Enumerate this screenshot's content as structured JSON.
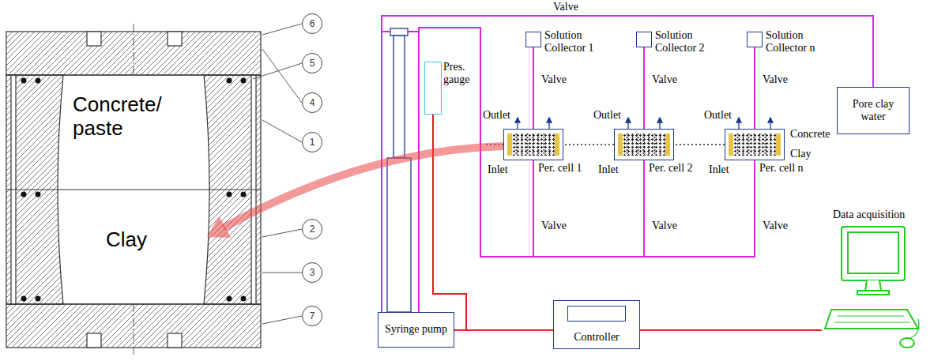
{
  "diagram": {
    "nodes": [
      {
        "text": [
          "Concrete/ paste"
        ]
      },
      {
        "text": [
          "Clay"
        ]
      },
      {
        "text": [
          "Syringe pump"
        ]
      },
      {
        "text": [
          "Pres. gauge"
        ]
      },
      {
        "text": [
          "Solution Collector 1"
        ]
      },
      {
        "text": [
          "Solution Collector 2"
        ]
      },
      {
        "text": [
          "Solution Collector n"
        ]
      },
      {
        "text": [
          "Per. cell 1"
        ]
      },
      {
        "text": [
          "Per. cell 2"
        ]
      },
      {
        "text": [
          "Per. cell n"
        ]
      },
      {
        "text": [
          "Pore clay water"
        ]
      },
      {
        "text": [
          "Controller"
        ]
      },
      {
        "text": [
          "Data acquisition"
        ]
      }
    ],
    "edges": [
      {
        "from": 2,
        "to": 10,
        "arrow": "none"
      },
      {
        "from": 2,
        "to": 7,
        "arrow": "none"
      },
      {
        "from": 2,
        "to": 8,
        "arrow": "none"
      },
      {
        "from": 2,
        "to": 9,
        "arrow": "none"
      },
      {
        "from": 7,
        "to": 4,
        "arrow": "none"
      },
      {
        "from": 8,
        "to": 5,
        "arrow": "none"
      },
      {
        "from": 9,
        "to": 6,
        "arrow": "none"
      },
      {
        "from": 2,
        "to": 11,
        "arrow": "none"
      },
      {
        "from": 3,
        "to": 11,
        "arrow": "none"
      },
      {
        "from": 11,
        "to": 12,
        "arrow": "none"
      },
      {
        "from": 7,
        "to": 1,
        "arrow": "to"
      }
    ],
    "labels": [
      "Valve",
      "Valve",
      "Valve",
      "Valve",
      "Outlet",
      "Outlet",
      "Outlet",
      "Inlet",
      "Inlet",
      "Inlet",
      "Valve",
      "Valve",
      "Valve",
      "Concrete",
      "Clay",
      "6",
      "5",
      "4",
      "1",
      "2",
      "3",
      "7"
    ]
  }
}
